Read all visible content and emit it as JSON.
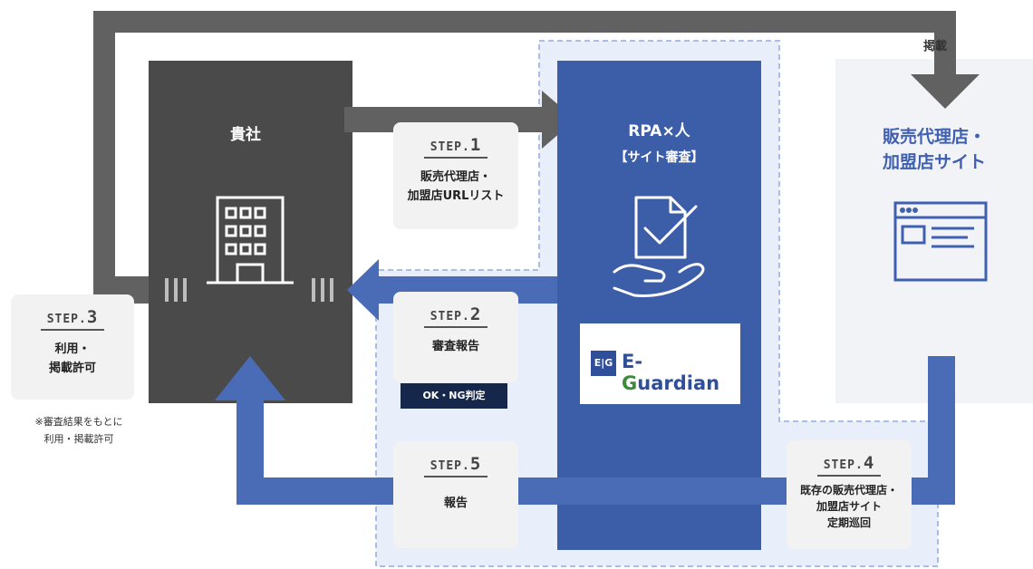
{
  "company": {
    "title": "貴社"
  },
  "rpa": {
    "title": "RPA×人",
    "subtitle": "【サイト審査】"
  },
  "agency": {
    "title_line1": "販売代理店・",
    "title_line2": "加盟店サイト",
    "publish_label": "掲載"
  },
  "logo": {
    "mark": "E|G",
    "text_prefix": "E-",
    "text_g": "G",
    "text_rest": "uardian"
  },
  "steps": [
    {
      "prefix": "STEP.",
      "num": "1",
      "line1": "販売代理店・",
      "line2": "加盟店URLリスト"
    },
    {
      "prefix": "STEP.",
      "num": "2",
      "line1": "審査報告",
      "badge": "OK・NG判定"
    },
    {
      "prefix": "STEP.",
      "num": "3",
      "line1": "利用・",
      "line2": "掲載許可"
    },
    {
      "prefix": "STEP.",
      "num": "4",
      "line1": "既存の販売代理店・",
      "line2": "加盟店サイト",
      "line3": "定期巡回"
    },
    {
      "prefix": "STEP.",
      "num": "5",
      "line1": "報告"
    }
  ],
  "note": {
    "line1": "※審査結果をもとに",
    "line2": "利用・掲載許可"
  },
  "colors": {
    "gray_dark": "#4a4a4a",
    "gray_arrow": "#616161",
    "blue_dark": "#3c5ea9",
    "blue_arrow": "#4a6bb6",
    "blue_light_bg": "#e8eefa",
    "agency_bg": "#f2f3f6"
  }
}
